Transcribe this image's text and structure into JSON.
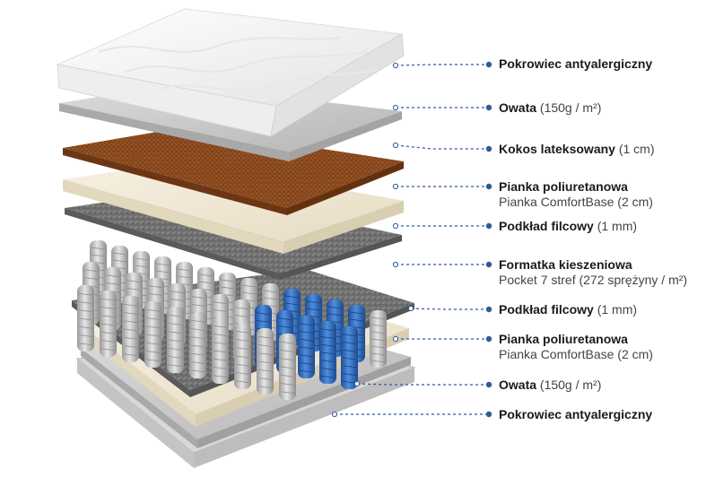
{
  "colors": {
    "accent_line": "#2f5b9e",
    "coconut": "#8a4a1f",
    "felt": "#6e6e6e",
    "foam": "#efe7d2",
    "cover": "#f6f6f6",
    "wadding": "#c9c9c9",
    "spring_blue": "#2f6fc0",
    "spring_grey": "#bdbdbd"
  },
  "layers": [
    {
      "name": "Pokrowiec antyalergiczny",
      "note": "",
      "sub": ""
    },
    {
      "name": "Owata",
      "note": "(150g / m²)",
      "sub": ""
    },
    {
      "name": "Kokos lateksowany",
      "note": "(1 cm)",
      "sub": ""
    },
    {
      "name": "Pianka poliuretanowa",
      "note": "",
      "sub": "Pianka ComfortBase (2 cm)"
    },
    {
      "name": "Podkład filcowy",
      "note": "(1 mm)",
      "sub": ""
    },
    {
      "name": "Formatka kieszeniowa",
      "note": "",
      "sub": "Pocket 7 stref (272 sprężyny / m²)"
    },
    {
      "name": "Podkład filcowy",
      "note": "(1 mm)",
      "sub": ""
    },
    {
      "name": "Pianka poliuretanowa",
      "note": "",
      "sub": "Pianka ComfortBase (2 cm)"
    },
    {
      "name": "Owata",
      "note": "(150g / m²)",
      "sub": ""
    },
    {
      "name": "Pokrowiec antyalergiczny",
      "note": "",
      "sub": ""
    }
  ]
}
